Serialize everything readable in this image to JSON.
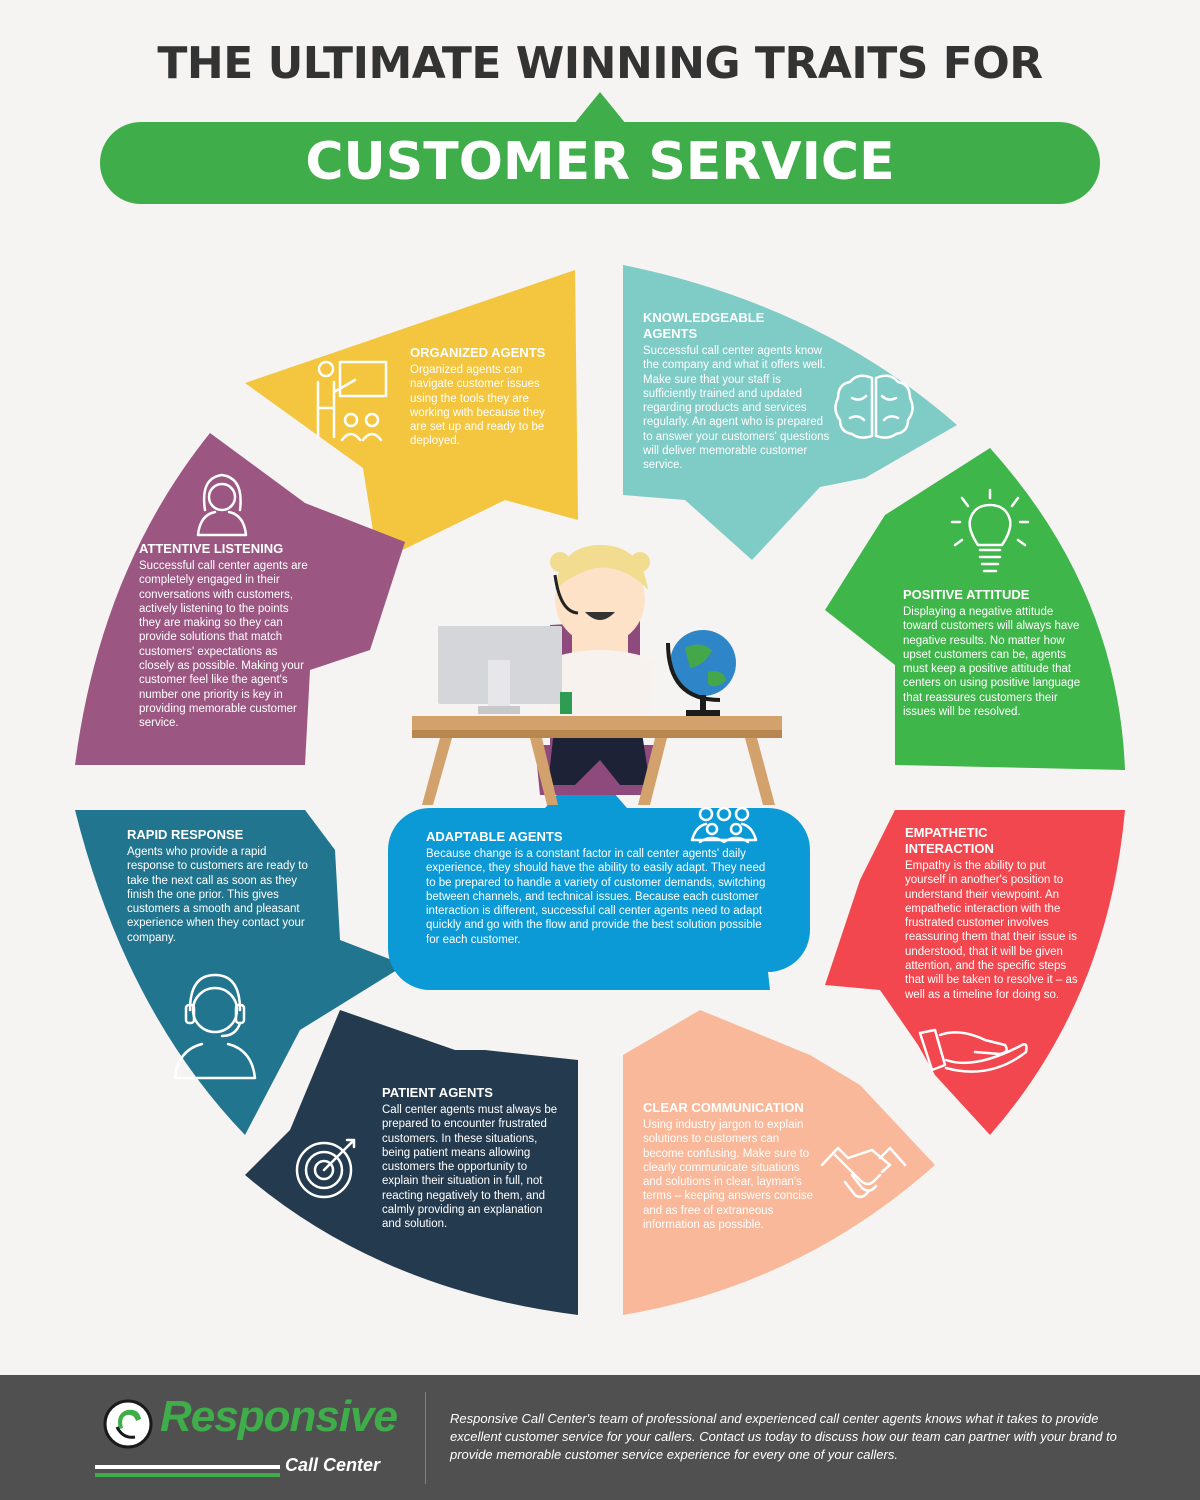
{
  "header": {
    "title_line1": "THE ULTIMATE WINNING TRAITS FOR",
    "title_line2": "CUSTOMER SERVICE"
  },
  "colors": {
    "green": "#3ead4a",
    "yellow": "#f4c53e",
    "teal": "#7fcbc6",
    "purple": "#9b5682",
    "blue_grey": "#21758f",
    "navy": "#243a4f",
    "peach": "#f8b899",
    "red": "#f2474e",
    "bright_green": "#3fb64a",
    "cyan": "#0c9ad7"
  },
  "segments": {
    "organized": {
      "heading": "ORGANIZED AGENTS",
      "body": "Organized agents can navigate customer issues using the tools they are working with because they are set up and ready to be deployed.",
      "icon": "presentation-icon"
    },
    "knowledgeable": {
      "heading": "KNOWLEDGEABLE AGENTS",
      "body": "Successful call center agents know the company and what it offers well. Make sure that your staff is sufficiently trained and updated regarding products and services regularly. An agent who is prepared to answer your customers' questions will deliver memorable customer service.",
      "icon": "brain-icon"
    },
    "attentive": {
      "heading": "ATTENTIVE LISTENING",
      "body": "Successful call center agents are completely engaged in their conversations with customers, actively listening to the points they are making so they can provide solutions that match customers' expectations as closely as possible. Making your customer feel like the agent's number one priority is key in providing memorable customer service.",
      "icon": "woman-icon"
    },
    "positive": {
      "heading": "POSITIVE ATTITUDE",
      "body": "Displaying a negative attitude toward customers will always have negative results. No matter how upset customers can be, agents must keep a positive attitude that centers on using positive language that reassures customers their issues will be resolved.",
      "icon": "lightbulb-icon"
    },
    "rapid": {
      "heading": "RAPID RESPONSE",
      "body": "Agents who provide a rapid response to customers are ready to take the next call as soon as they finish the one prior. This gives customers a smooth and pleasant experience when they contact your company.",
      "icon": "headset-agent-icon"
    },
    "adaptable": {
      "heading": "ADAPTABLE AGENTS",
      "body": "Because change is a constant factor in call center agents' daily experience, they should have the ability to easily adapt. They need to be prepared to handle a variety of customer demands, switching between channels, and technical issues. Because each customer interaction is different, successful call center agents need to adapt quickly and go with the flow and provide the best solution possible for each customer.",
      "icon": "team-icon"
    },
    "empathetic": {
      "heading": "EMPATHETIC INTERACTION",
      "body": "Empathy is the ability to put yourself in another's position to understand their viewpoint. An empathetic interaction with the frustrated customer involves reassuring them that their issue is understood, that it will be given attention, and the specific steps that will be taken to resolve it – as well as a timeline for doing so.",
      "icon": "open-hand-icon"
    },
    "patient": {
      "heading": "PATIENT AGENTS",
      "body": "Call center agents must always be prepared to encounter frustrated customers. In these situations, being patient means allowing customers the opportunity to explain their situation in full, not reacting negatively to them, and calmly providing an explanation and solution.",
      "icon": "target-icon"
    },
    "clear": {
      "heading": "CLEAR COMMUNICATION",
      "body": "Using industry jargon to explain solutions to customers can become confusing. Make sure to clearly communicate situations and solutions in clear, layman's terms – keeping answers concise and as free of extraneous information as possible.",
      "icon": "handshake-icon"
    }
  },
  "footer": {
    "logo_main": "Responsive",
    "logo_sub": "Call Center",
    "text": "Responsive Call Center's team of professional and experienced call center agents knows what it takes to provide excellent customer service for your callers. Contact us today to discuss how our team can partner with your brand to provide memorable customer service experience for every one of your callers."
  }
}
